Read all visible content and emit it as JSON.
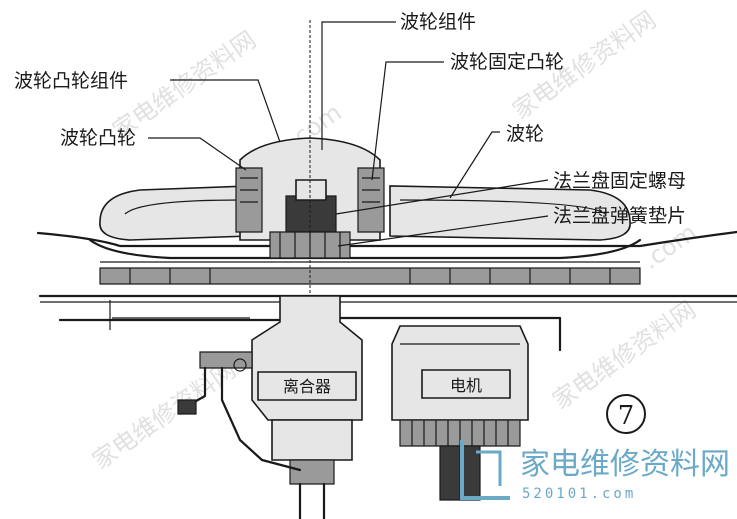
{
  "labels": {
    "impeller_assembly": "波轮组件",
    "impeller_fixing_cam": "波轮固定凸轮",
    "impeller_cam_assembly": "波轮凸轮组件",
    "impeller_cam": "波轮凸轮",
    "impeller": "波轮",
    "flange_fixing_nut": "法兰盘固定螺母",
    "flange_spring_washer": "法兰盘弹簧垫片",
    "clutch": "离合器",
    "motor": "电机",
    "figure_number": "7"
  },
  "watermark": {
    "text": "家电维修资料网",
    "url_fragment": ".com",
    "logo_text": "家电维修资料网",
    "logo_url": "520101.com",
    "logo_color": "#6aa9c8"
  }
}
